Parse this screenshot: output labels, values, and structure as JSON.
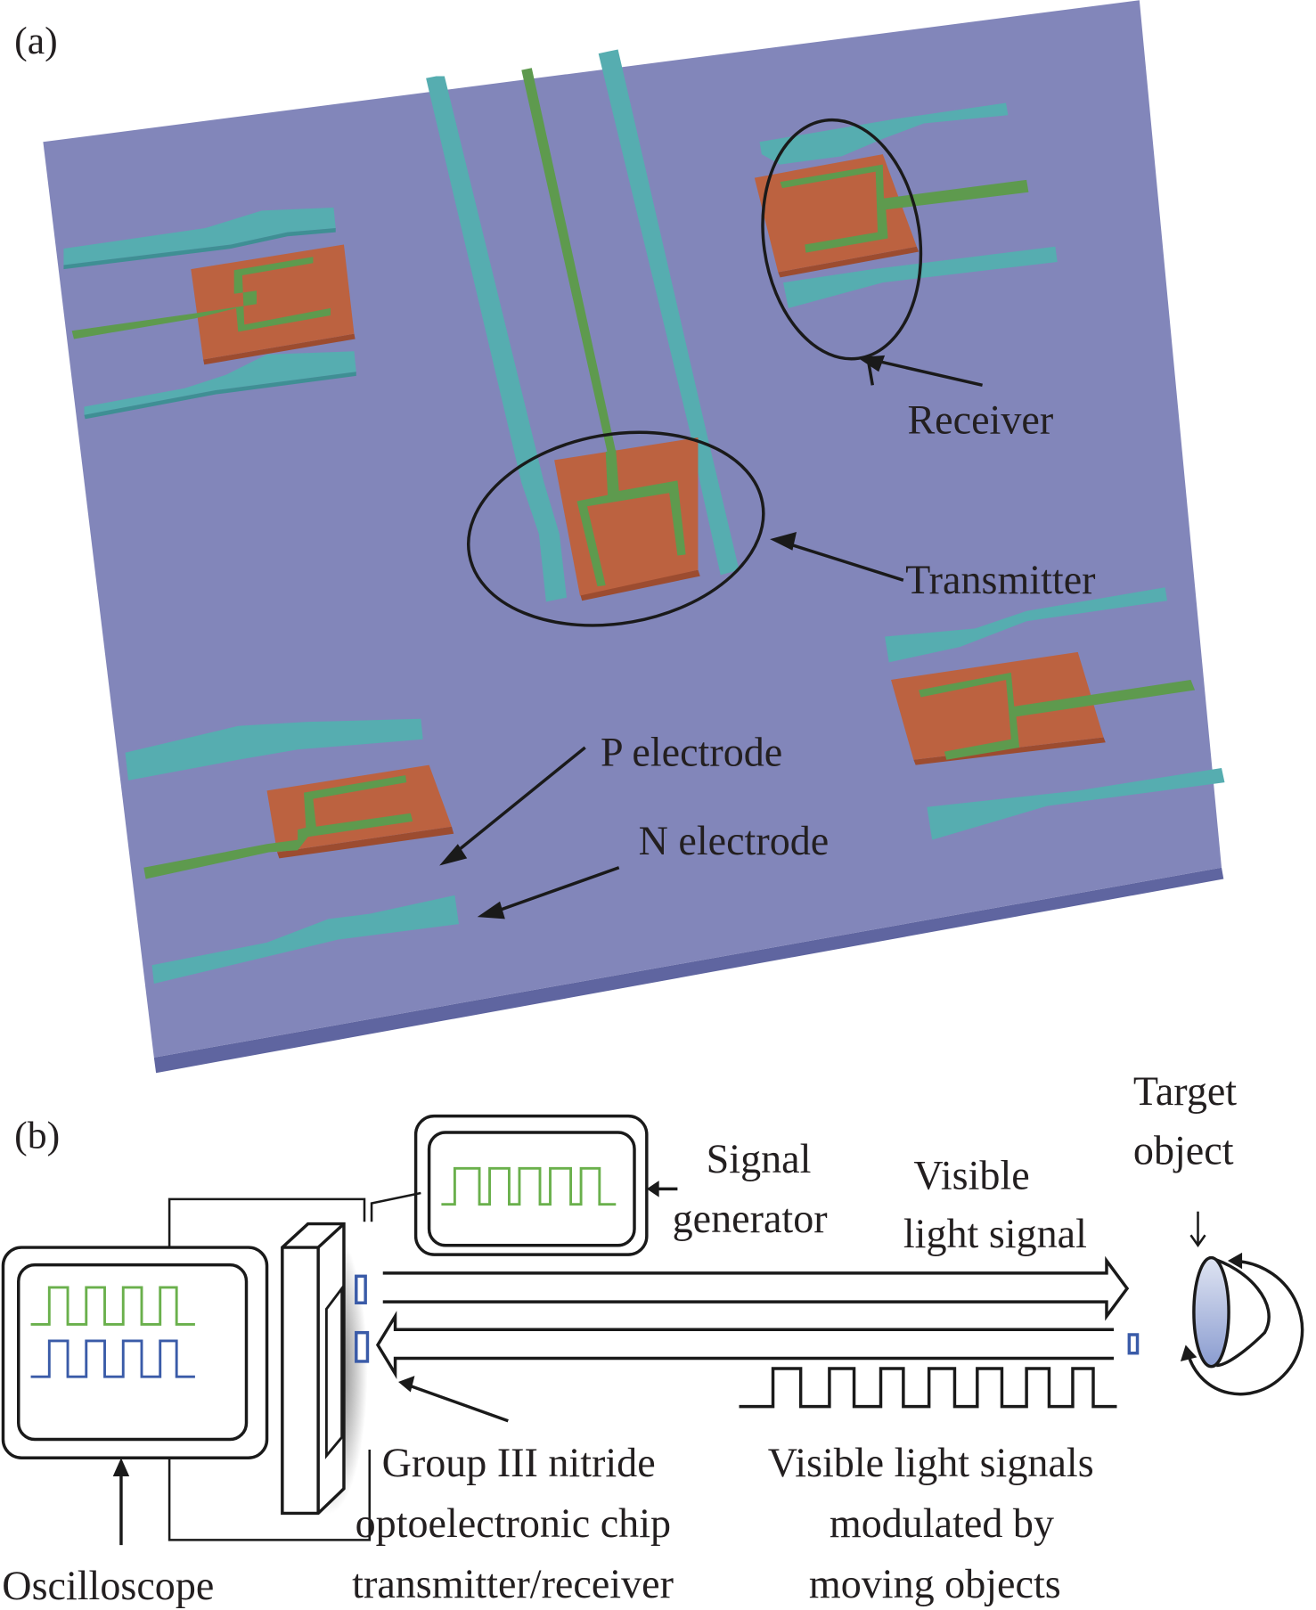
{
  "figure": {
    "panel_a": {
      "label": "(a)",
      "annotations": {
        "receiver": "Receiver",
        "transmitter": "Transmitter",
        "p_electrode": "P electrode",
        "n_electrode": "N electrode"
      },
      "colors": {
        "substrate": "#8286ba",
        "n_electrode": "#56adb0",
        "p_electrode": "#5e9a4e",
        "chip_pad": "#bc6240"
      }
    },
    "panel_b": {
      "label": "(b)",
      "annotations": {
        "signal_generator": [
          "Signal",
          "generator"
        ],
        "visible_light_signal": [
          "Visible",
          "light signal"
        ],
        "target_object": [
          "Target",
          "object"
        ],
        "oscilloscope": "Oscilloscope",
        "chip": [
          "Group III nitride",
          "optoelectronic chip",
          "transmitter/receiver"
        ],
        "modulated_signals": [
          "Visible light signals",
          "modulated by",
          "moving objects"
        ]
      },
      "colors": {
        "generator_wave": "#6ab04c",
        "scope_wave_top": "#6ab04c",
        "scope_wave_bottom": "#3a5ba8",
        "device_marker": "#3a5ba8"
      }
    }
  }
}
